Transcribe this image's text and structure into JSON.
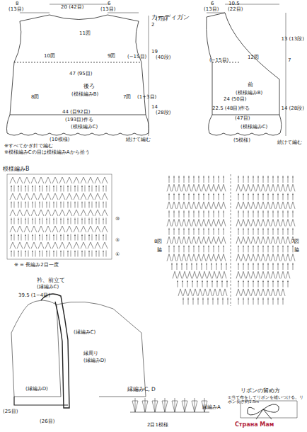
{
  "diagram": {
    "title": "カーディガン",
    "labels": [
      "8",
      "(13目)",
      "20 (42目)",
      "6",
      "(13目)",
      "11図",
      "10図",
      "9図",
      "(−15目)",
      "47 (95目)",
      "後ろ",
      "(模様編みB)",
      "8図",
      "7図",
      "(1+3目)",
      "44 (目92目)",
      "(193目)作る",
      "(模様編みC)",
      "(10模様)",
      "続けて編む",
      "※すべてかぎ針で編む",
      "※模様編みCの目は模様編みAから拾う",
      "2",
      "(7段)",
      "19",
      "(40段)",
      "14",
      "(28段)",
      "6",
      "10.5",
      "(13目)",
      "(22目)",
      "12図",
      "(−15目)",
      "前",
      "(模様編みB)",
      "24 (50目)",
      "22.5 (48目)作る",
      "(47目)",
      "(模様編みC)",
      "(5模様)",
      "続けて編む",
      "13 (13段)",
      "7",
      "14 (28段)",
      "模様編みB",
      "⑩",
      "⑤",
      "①",
      "※ = 長編み2目一度",
      "8図",
      "脇",
      "7図",
      "脇",
      "衿、前立て",
      "(縁編みC)",
      "39.5 (1−4目)",
      "(縁編みC)",
      "縁周り",
      "(縁編みD)",
      "(縁編みD)",
      "(25目)",
      "(26目)",
      "縁編みC, D",
      "縁編みA",
      "2目1模様",
      "リボンの留め方",
      "①当て布をしてリボンを縫いつける。リボン長さ約1.5m",
      "Страна Мам"
    ]
  }
}
